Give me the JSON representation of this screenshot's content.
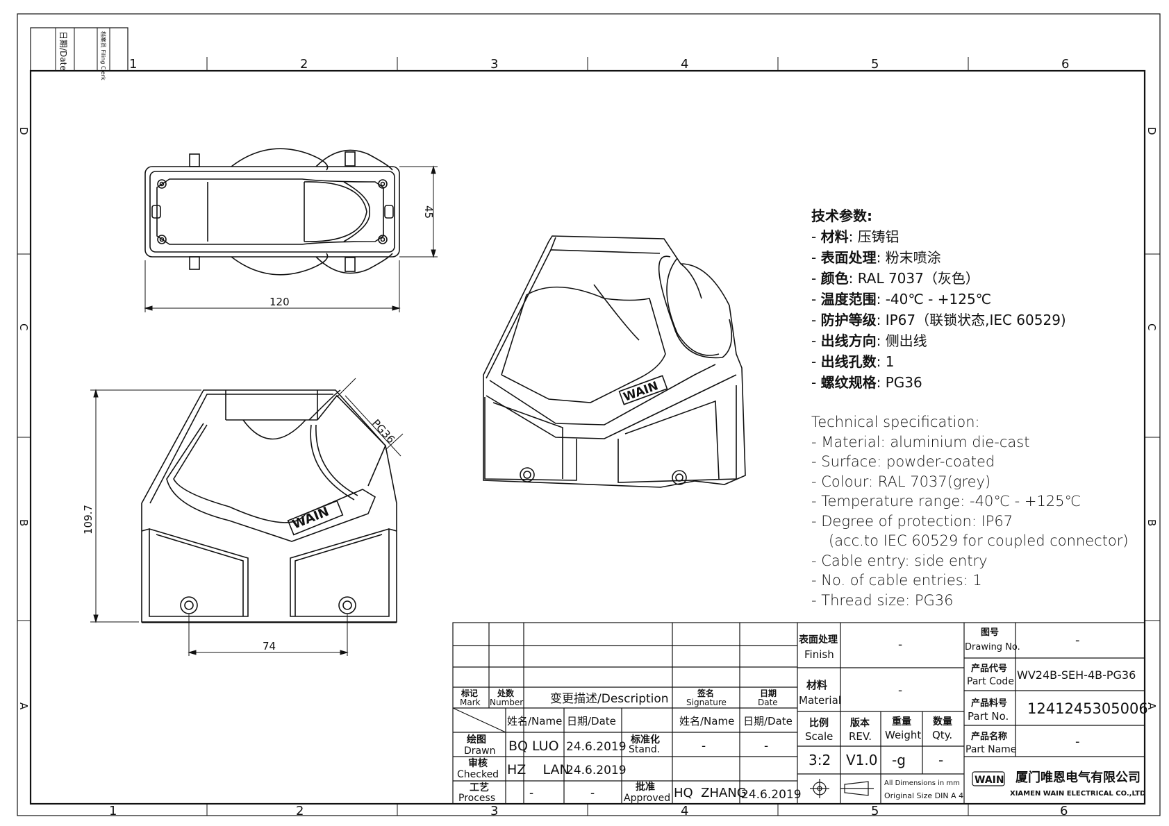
{
  "frame": {
    "col_labels_top": [
      "1",
      "2",
      "3",
      "4",
      "5",
      "6"
    ],
    "col_labels_bottom": [
      "1",
      "2",
      "3",
      "4",
      "5",
      "6"
    ],
    "row_labels_left": [
      "D",
      "C",
      "B",
      "A"
    ],
    "row_labels_right": [
      "D",
      "C",
      "B",
      "A"
    ],
    "filing_date_label": "日期/Date",
    "filing_clerk_label": "档案员 Filing Clerk"
  },
  "dimensions": {
    "top_width": "120",
    "top_height": "45",
    "front_height": "109.7",
    "front_holes": "74",
    "thread_label": "PG36"
  },
  "logo_text": "WAIN",
  "spec": {
    "cn_title": "技术参数:",
    "cn_lines": [
      {
        "key": "材料",
        "value": "压铸铝"
      },
      {
        "key": "表面处理",
        "value": "粉末喷涂"
      },
      {
        "key": "颜色",
        "value": "RAL 7037（灰色）"
      },
      {
        "key": "温度范围",
        "value": "-40℃ - +125℃"
      },
      {
        "key": "防护等级",
        "value": "IP67（联锁状态,IEC 60529)"
      },
      {
        "key": "出线方向",
        "value": "侧出线"
      },
      {
        "key": "出线孔数",
        "value": "1"
      },
      {
        "key": "螺纹规格",
        "value": "PG36"
      }
    ],
    "en_title": "Technical specification:",
    "en_lines": [
      "- Material: aluminium die-cast",
      "- Surface: powder-coated",
      "- Colour: RAL 7037(grey)",
      "- Temperature range: -40℃ - +125℃",
      "- Degree of protection: IP67",
      "(acc.to IEC 60529 for coupled connector)",
      "- Cable entry: side entry",
      "- No. of cable entries: 1",
      "- Thread size: PG36"
    ]
  },
  "title_block": {
    "mark_cn": "标记",
    "mark_en": "Mark",
    "number_cn": "处数",
    "number_en": "Number",
    "desc": "变更描述/Description",
    "signature_cn": "签名",
    "signature_en": "Signature",
    "date_cn": "日期",
    "date_en": "Date",
    "name_hdr": "姓名/Name",
    "date_hdr": "日期/Date",
    "name_hdr2": "姓名/Name",
    "date_hdr2": "日期/Date",
    "drawn_cn": "绘图",
    "drawn_en": "Drawn",
    "drawn_name": "BQ  LUO",
    "drawn_date": "24.6.2019",
    "stand_cn": "标准化",
    "stand_en": "Stand.",
    "stand_name": "-",
    "stand_date": "-",
    "checked_cn": "审核",
    "checked_en": "Checked",
    "checked_name": "HZ    LAN",
    "checked_date": "24.6.2019",
    "process_cn": "工艺",
    "process_en": "Process",
    "process_name": "-",
    "process_date": "-",
    "approved_cn": "批准",
    "approved_en": "Approved",
    "approved_name": "HQ  ZHANG",
    "approved_date": "24.6.2019",
    "finish_cn": "表面处理",
    "finish_en": "Finish",
    "finish_val": "-",
    "material_cn": "材料",
    "material_en": "Material",
    "material_val": "-",
    "scale_cn": "比例",
    "scale_en": "Scale",
    "scale_val": "3:2",
    "rev_cn": "版本",
    "rev_en": "REV.",
    "rev_val": "V1.0",
    "weight_cn": "重量",
    "weight_en": "Weight",
    "weight_val": "-g",
    "qty_cn": "数量",
    "qty_en": "Qty.",
    "qty_val": "-",
    "dims_note1": "All Dimensions in mm",
    "dims_note2": "Original Size DIN A 4",
    "drawing_no_cn": "图号",
    "drawing_no_en": "Drawing No.",
    "drawing_no_val": "-",
    "part_code_cn": "产品代号",
    "part_code_en": "Part Code",
    "part_code_val": "WV24B-SEH-4B-PG36",
    "part_no_cn": "产品料号",
    "part_no_en": "Part No.",
    "part_no_val": "1241245305006",
    "part_name_cn": "产品名称",
    "part_name_en": "Part Name",
    "part_name_val": "-",
    "company_logo": "WAIN",
    "company_cn": "厦门唯恩电气有限公司",
    "company_en": "XIAMEN WAIN ELECTRICAL CO.,LTD"
  }
}
